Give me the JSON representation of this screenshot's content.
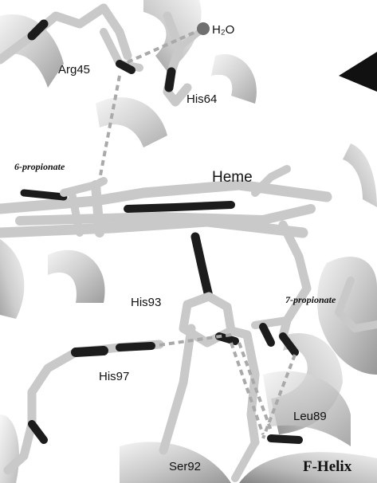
{
  "labels": {
    "water": "H₂O",
    "arg45": "Arg45",
    "his64": "His64",
    "propionate6": "6-propionate",
    "heme": "Heme",
    "propionate7": "7-propionate",
    "his93": "His93",
    "his97": "His97",
    "leu89": "Leu89",
    "ser92": "Ser92",
    "fhelix": "F-Helix"
  },
  "colors": {
    "background": "#ffffff",
    "stick_light": "#c9c9c9",
    "stick_dark": "#1c1c1c",
    "ribbon": "#d6d6d6",
    "hbond": "#a9a9a9"
  }
}
